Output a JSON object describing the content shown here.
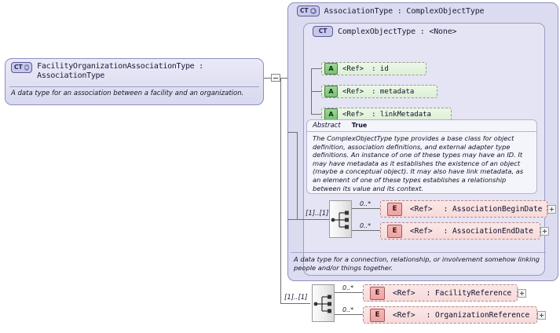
{
  "diagram": {
    "kind": "xsd-schema-diagram",
    "root_node": {
      "badge": "CT",
      "badge_expand": "+",
      "title": "FacilityOrganizationAssociationType : AssociationType",
      "documentation": "A data type for an association between a facility and an organization."
    },
    "association_type_frame": {
      "badge": "CT",
      "badge_expand": "+",
      "title": "AssociationType : ComplexObjectType",
      "documentation": "A data type for a connection, relationship, or involvement somehow linking people and/or things together.",
      "cardinality": "[1]..[1]",
      "sequence_icon": "sequence-compositor-icon",
      "elements": [
        {
          "badge": "E",
          "occurrence": "0..*",
          "ref": "<Ref>",
          "name": ": AssociationBeginDate",
          "expand": "+"
        },
        {
          "badge": "E",
          "occurrence": "0..*",
          "ref": "<Ref>",
          "name": ": AssociationEndDate",
          "expand": "+"
        }
      ]
    },
    "complex_object_type_frame": {
      "badge": "CT",
      "title": "ComplexObjectType : <None>",
      "attributes": [
        {
          "badge": "A",
          "ref": "<Ref>",
          "name": ": id"
        },
        {
          "badge": "A",
          "ref": "<Ref>",
          "name": ": metadata"
        },
        {
          "badge": "A",
          "ref": "<Ref>",
          "name": ": linkMetadata"
        }
      ],
      "properties": {
        "abstract_key": "Abstract",
        "abstract_value": "True",
        "documentation": "The ComplexObjectType type provides a base class for object definition, association definitions, and external adapter type definitions. An instance of one of these types may have an ID. It may have metadata as it establishes the existence of an object (maybe a conceptual object). It may also have link metadata, as an element of one of these types establishes a relationship between its value and its context."
      }
    },
    "root_sequence": {
      "cardinality": "[1]..[1]",
      "sequence_icon": "sequence-compositor-icon",
      "elements": [
        {
          "badge": "E",
          "occurrence": "0..*",
          "ref": "<Ref>",
          "name": ": FacilityReference",
          "expand": "+"
        },
        {
          "badge": "E",
          "occurrence": "0..*",
          "ref": "<Ref>",
          "name": ": OrganizationReference",
          "expand": "+"
        }
      ]
    },
    "connector": {
      "collapse_symbol": "-"
    },
    "colors": {
      "frame_fill": "#dcdcf0",
      "frame_border": "#8e8ec1",
      "attribute_fill": "#e4f3de",
      "element_fill": "#f8dede",
      "canvas": "#ffffff"
    }
  }
}
